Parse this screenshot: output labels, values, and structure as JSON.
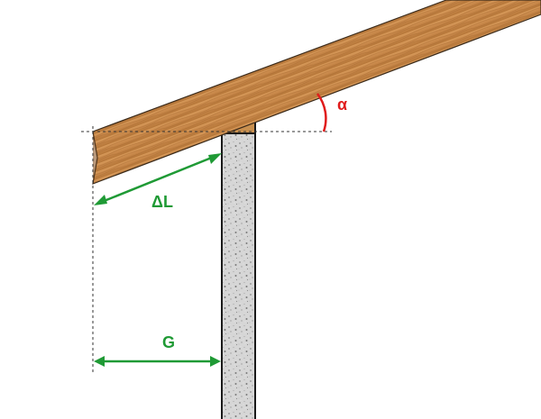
{
  "labels": {
    "rafter_overhang": "ΔL",
    "horizontal_overhang": "G",
    "roof_angle": "α"
  },
  "colors": {
    "dimension_green": "#1f9a35",
    "angle_red": "#e01b1b",
    "wood": "#c78a4c",
    "wood_dark": "#9a6230",
    "wall_concrete": "#d4d4d4",
    "outline": "#1a1a1a"
  }
}
